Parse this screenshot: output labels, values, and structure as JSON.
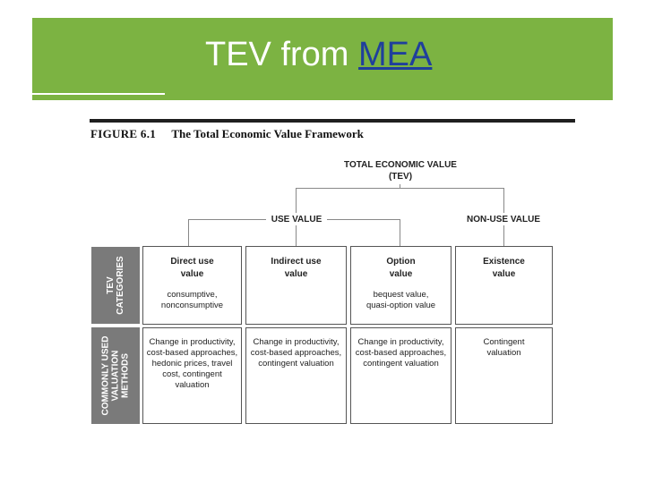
{
  "slide": {
    "title_text": "TEV from ",
    "title_link": "MEA"
  },
  "figure": {
    "number": "FIGURE 6.1",
    "caption": "The Total Economic Value Framework",
    "root": [
      "TOTAL ECONOMIC VALUE",
      "(TEV)"
    ],
    "branches": [
      "USE VALUE",
      "NON-USE VALUE"
    ],
    "row_headers": [
      [
        "TEV",
        "CATEGORIES"
      ],
      [
        "COMMONLY USED",
        "VALUATION",
        "METHODS"
      ]
    ],
    "categories": [
      {
        "name": [
          "Direct use",
          "value"
        ],
        "examples": [
          "consumptive,",
          "nonconsumptive"
        ]
      },
      {
        "name": [
          "Indirect use",
          "value"
        ],
        "examples": []
      },
      {
        "name": [
          "Option",
          "value"
        ],
        "examples": [
          "bequest value,",
          "quasi-option value"
        ]
      },
      {
        "name": [
          "Existence",
          "value"
        ],
        "examples": []
      }
    ],
    "methods": [
      [
        "Change in productivity,",
        "cost-based approaches,",
        "hedonic prices, travel",
        "cost, contingent",
        "valuation"
      ],
      [
        "Change in productivity,",
        "cost-based approaches,",
        "contingent valuation"
      ],
      [
        "Change in productivity,",
        "cost-based approaches,",
        "contingent valuation"
      ],
      [
        "Contingent",
        "valuation"
      ]
    ]
  }
}
